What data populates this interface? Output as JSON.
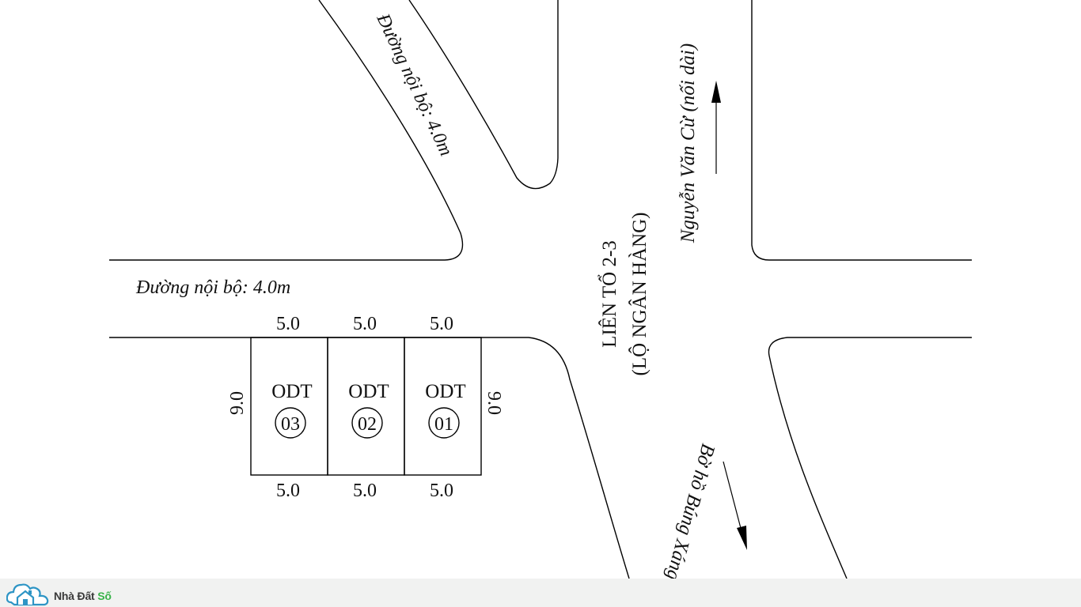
{
  "roads": {
    "inner_road_diagonal_label": "Đường nội bộ: 4.0m",
    "inner_road_horizontal_label": "Đường nội bộ: 4.0m",
    "main_road_line1": "LIÊN TỔ 2-3",
    "main_road_line2": "(LỘ NGÂN HÀNG)",
    "north_direction_label": "Nguyễn Văn Cừ (nối dài)",
    "south_direction_label": "Bờ hồ Búng Xáng"
  },
  "lots": [
    {
      "type": "ODT",
      "number": "03",
      "top_width": "5.0",
      "bottom_width": "5.0"
    },
    {
      "type": "ODT",
      "number": "02",
      "top_width": "5.0",
      "bottom_width": "5.0"
    },
    {
      "type": "ODT",
      "number": "01",
      "top_width": "5.0",
      "bottom_width": "5.0"
    }
  ],
  "lot_depth_left": "9.0",
  "lot_depth_right": "9.0",
  "footer": {
    "brand_name": "Nhà Đất ",
    "brand_accent": "Số",
    "brand_color": "#39b34a"
  }
}
